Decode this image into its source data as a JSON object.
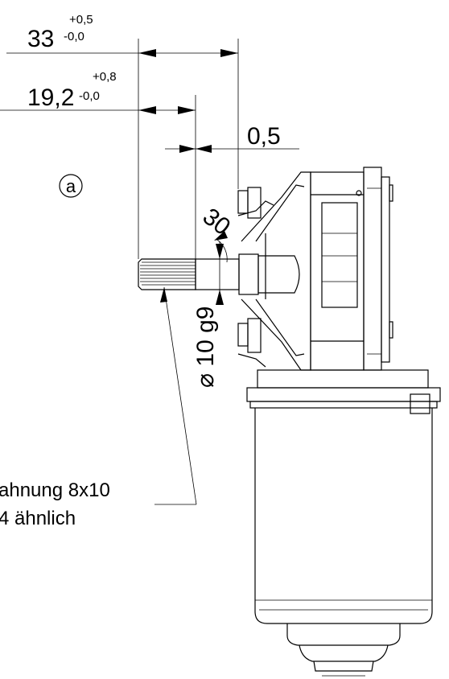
{
  "dimensions": {
    "overall_length": {
      "nominal": "33",
      "tol_upper": "+0,5",
      "tol_lower": "-0,0"
    },
    "shaft_length": {
      "nominal": "19,2",
      "tol_upper": "+0,8",
      "tol_lower": "-0,0"
    },
    "offset": {
      "value": "0,5"
    },
    "chamfer_angle": {
      "value": "30"
    },
    "shaft_diameter": {
      "value": "⌀ 10 g9"
    }
  },
  "callout_marker": {
    "label": "a"
  },
  "spline_note": {
    "line1": "ahnung 8x10",
    "line2": "4 ähnlich"
  }
}
